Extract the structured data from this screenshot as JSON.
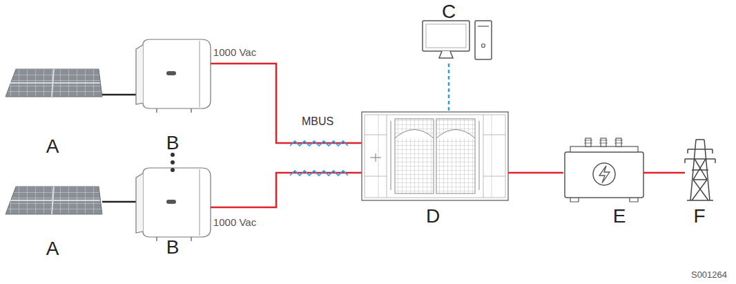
{
  "diagram": {
    "labels": [
      "C",
      "1000 Vac",
      "MBUS",
      "A",
      "B",
      "D",
      "E",
      "F",
      "1000 Vac",
      "A",
      "B",
      "S001264"
    ]
  }
}
